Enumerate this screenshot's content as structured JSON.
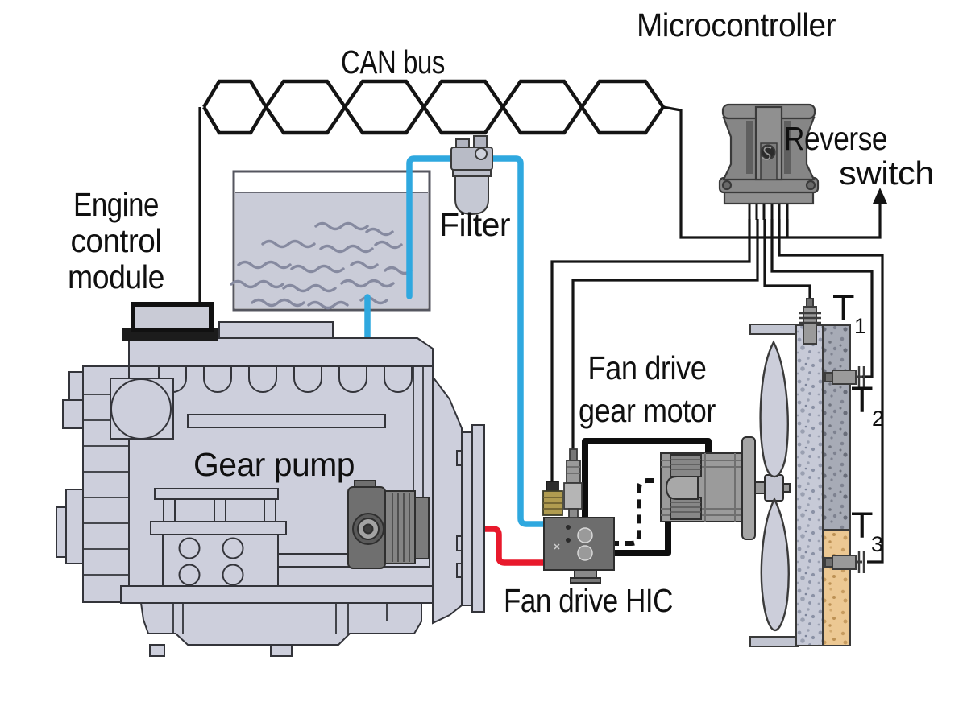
{
  "diagram": {
    "labels": {
      "can_bus": "CAN bus",
      "microcontroller": "Microcontroller",
      "reverse_switch_line1": "Reverse",
      "reverse_switch_line2": "switch",
      "ecm_line1": "Engine",
      "ecm_line2": "control",
      "ecm_line3": "module",
      "filter": "Filter",
      "gear_pump": "Gear pump",
      "fan_motor_line1": "Fan drive",
      "fan_motor_line2": "gear motor",
      "fan_drive_hic": "Fan drive HIC",
      "t1": "T",
      "t1_sub": "1",
      "t2": "T",
      "t2_sub": "2",
      "t3": "T",
      "t3_sub": "3"
    },
    "colors": {
      "suction_line_blue": "#2fa8df",
      "pressure_line_red": "#e8192c",
      "electrical_wire": "#141414",
      "engine_fill": "#cdcfdc",
      "dark_component": "#6d6d6d",
      "radiator_left_column": "#c7cad7",
      "radiator_right_column": "#a7abb6",
      "radiator_lower_tank": "#ecc893",
      "brass_solenoid": "#b09c50",
      "background": "#ffffff"
    }
  }
}
